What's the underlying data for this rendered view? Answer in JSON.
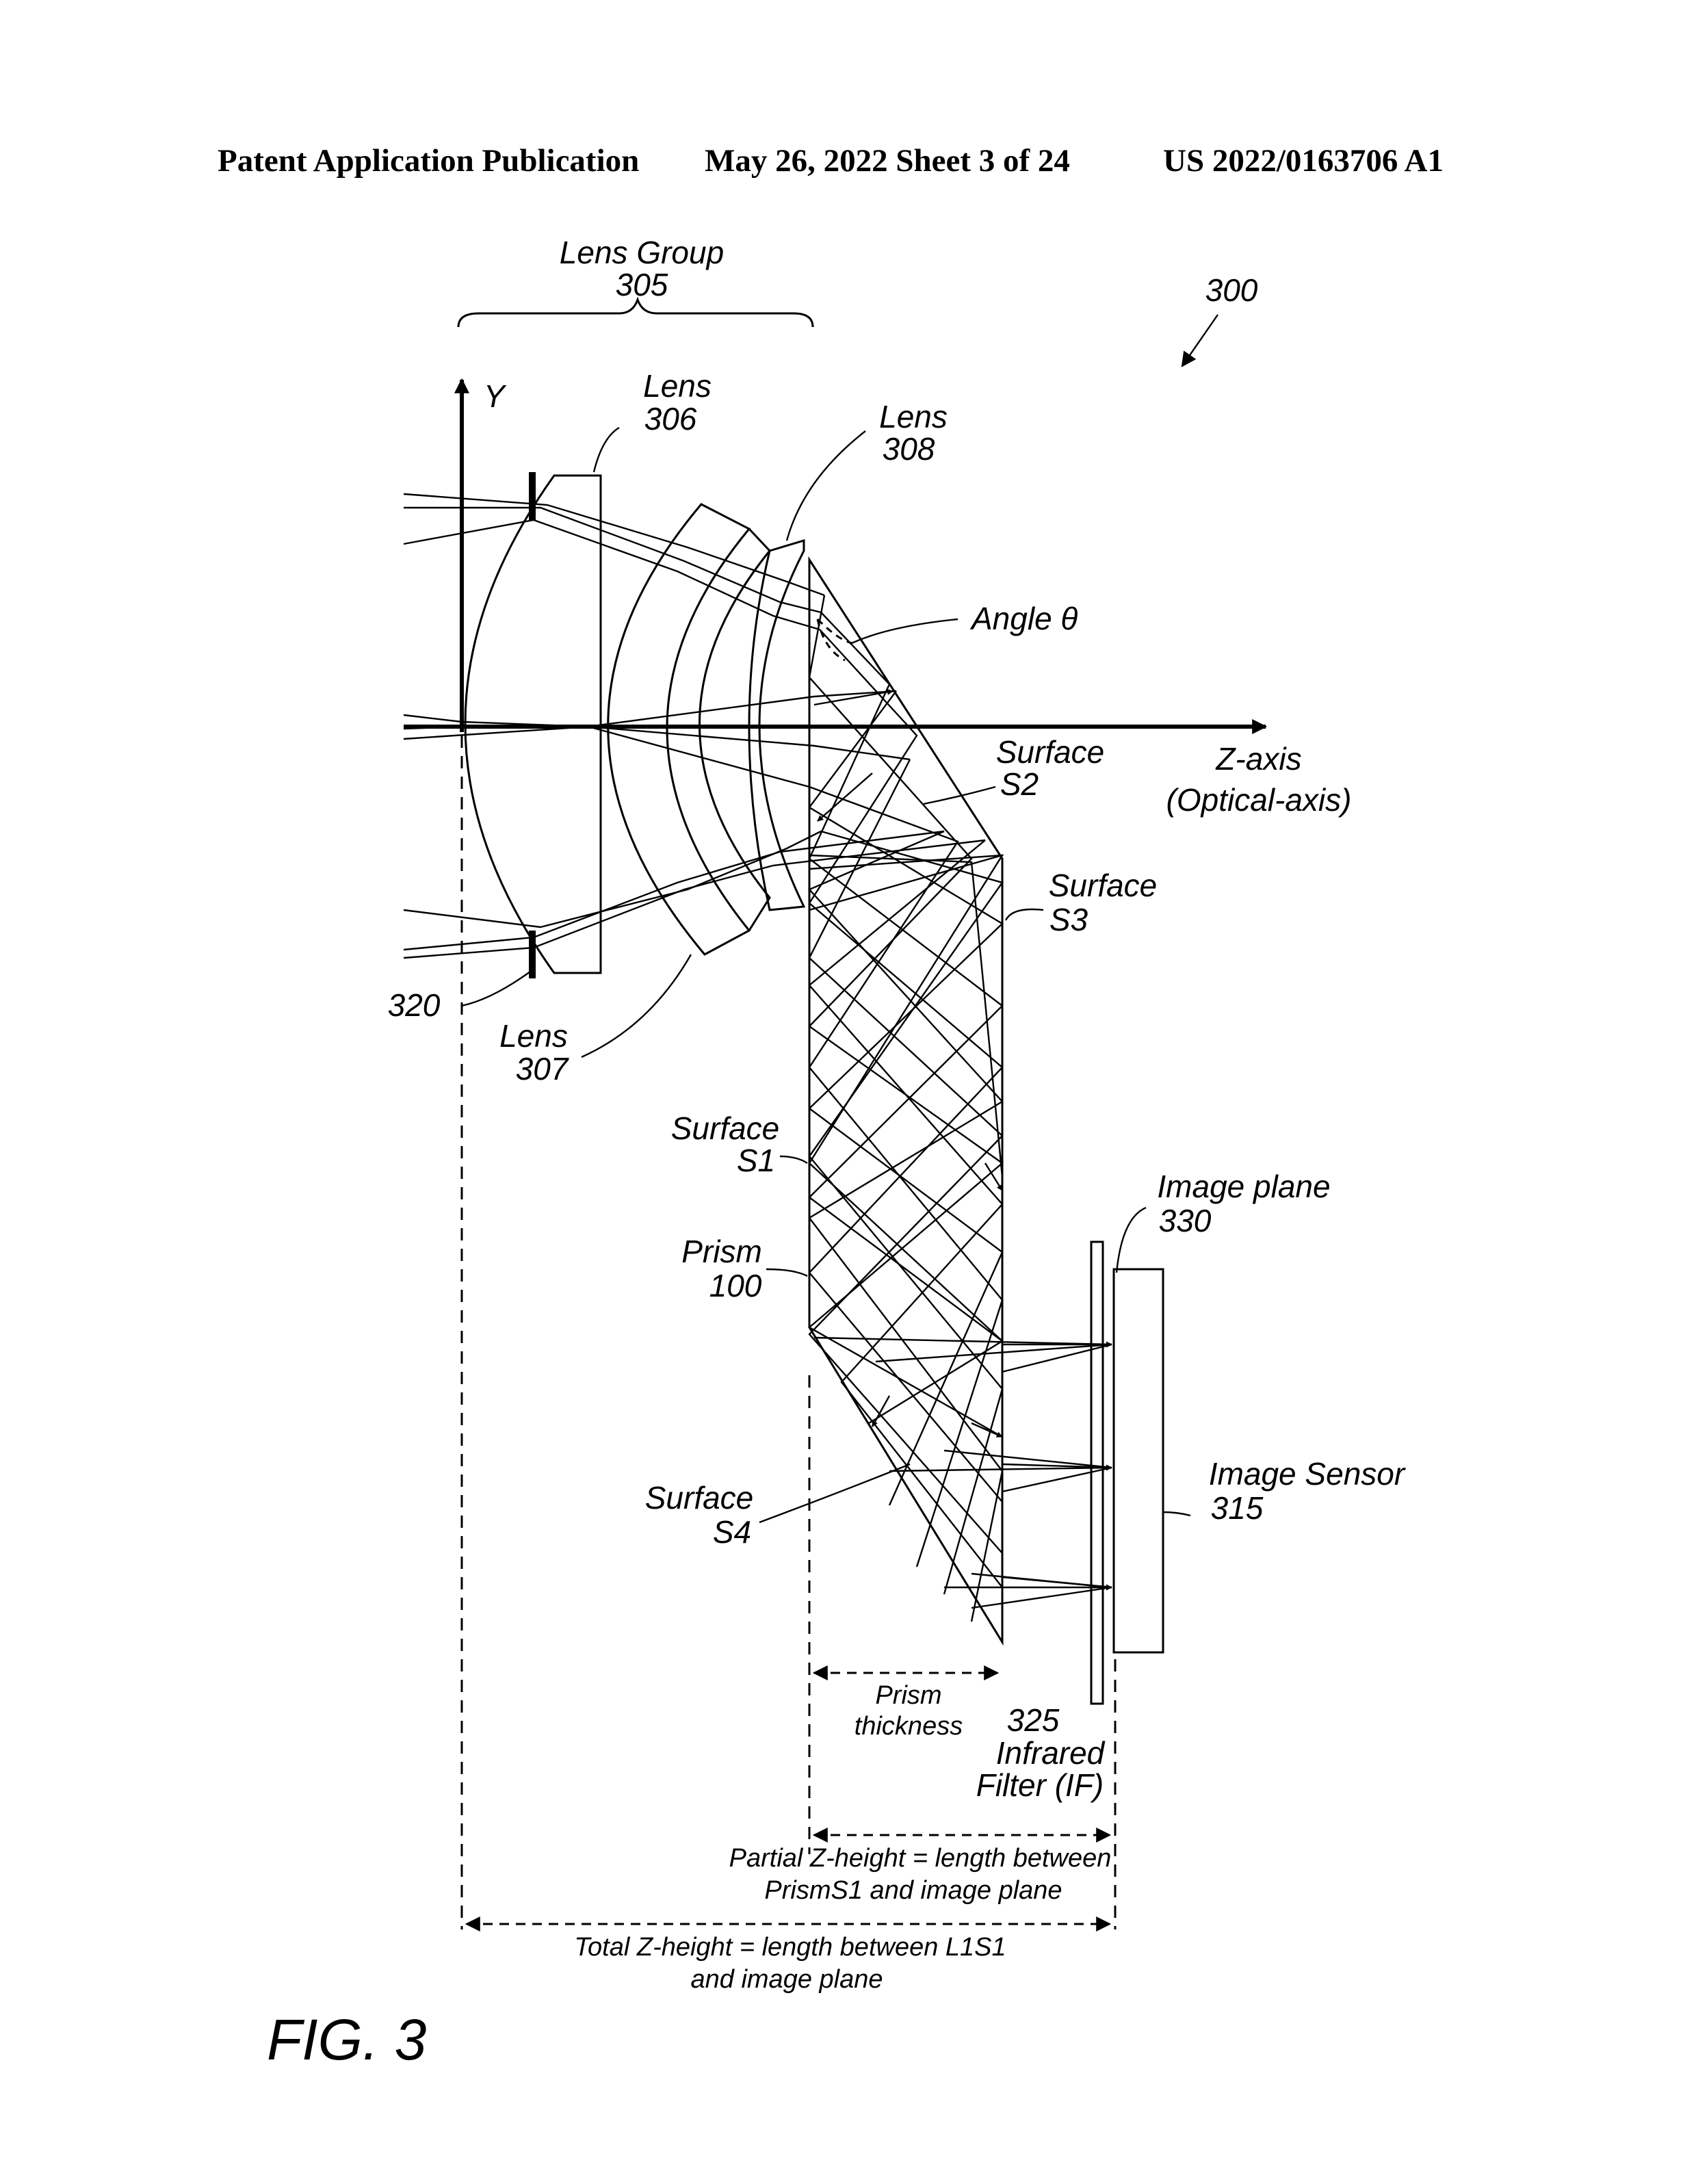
{
  "header": {
    "publication": "Patent Application Publication",
    "date_sheet": "May 26, 2022  Sheet 3 of 24",
    "number": "US 2022/0163706 A1"
  },
  "figure": {
    "label": "FIG. 3",
    "reference": "300",
    "labels": {
      "lens_group": "Lens Group",
      "lens_group_ref": "305",
      "y_axis": "Y",
      "lens_306": "Lens",
      "lens_306_ref": "306",
      "lens_308": "Lens",
      "lens_308_ref": "308",
      "angle": "Angle θ",
      "z_axis": "Z-axis",
      "z_axis_sub": "(Optical-axis)",
      "surface_s2": "Surface",
      "surface_s2_ref": "S2",
      "surface_s3": "Surface",
      "surface_s3_ref": "S3",
      "stop_ref": "320",
      "lens_307": "Lens",
      "lens_307_ref": "307",
      "surface_s1": "Surface",
      "surface_s1_ref": "S1",
      "prism": "Prism",
      "prism_ref": "100",
      "image_plane": "Image plane",
      "image_plane_ref": "330",
      "image_sensor": "Image Sensor",
      "image_sensor_ref": "315",
      "surface_s4": "Surface",
      "surface_s4_ref": "S4",
      "prism_thickness_1": "Prism",
      "prism_thickness_2": "thickness",
      "filter_ref": "325",
      "filter_1": "Infrared",
      "filter_2": "Filter (IF)",
      "partial_1": "Partial Z-height = length between",
      "partial_2": "PrismS1 and image plane",
      "total_1": "Total Z-height = length between L1S1",
      "total_2": "and image plane"
    }
  }
}
